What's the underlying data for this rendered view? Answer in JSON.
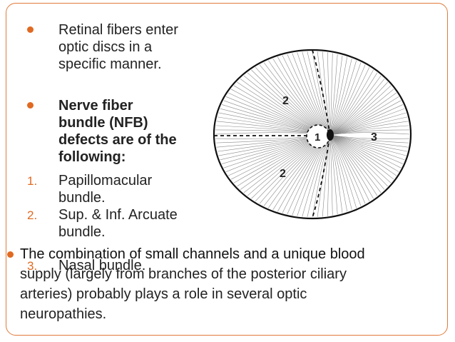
{
  "slide": {
    "bullet1": {
      "lines": [
        "Retinal fibers enter",
        "optic discs in a",
        "specific manner."
      ]
    },
    "bullet2": {
      "lines": [
        "Nerve fiber",
        "bundle (NFB)",
        "defects are of the",
        "following:"
      ]
    },
    "list": [
      {
        "number": "1.",
        "lines": [
          "Papillomacular",
          "bundle."
        ]
      },
      {
        "number": "2.",
        "lines": [
          "Sup. & Inf. Arcuate",
          "bundle."
        ]
      },
      {
        "number": "3.",
        "lines": [
          "Nasal bundle."
        ]
      }
    ],
    "bullet3": {
      "lines": [
        "The combination of small channels and a unique blood",
        "supply (largely from branches of the posterior ciliary",
        "arteries) probably plays a role in several optic",
        "neuropathies."
      ]
    }
  },
  "diagram": {
    "labels": {
      "superior": "2",
      "disc": "1",
      "nasal": "3",
      "inferior": "2"
    }
  },
  "colors": {
    "accent": "#e06a22",
    "frame": "#e07a3a",
    "text": "#222222"
  }
}
